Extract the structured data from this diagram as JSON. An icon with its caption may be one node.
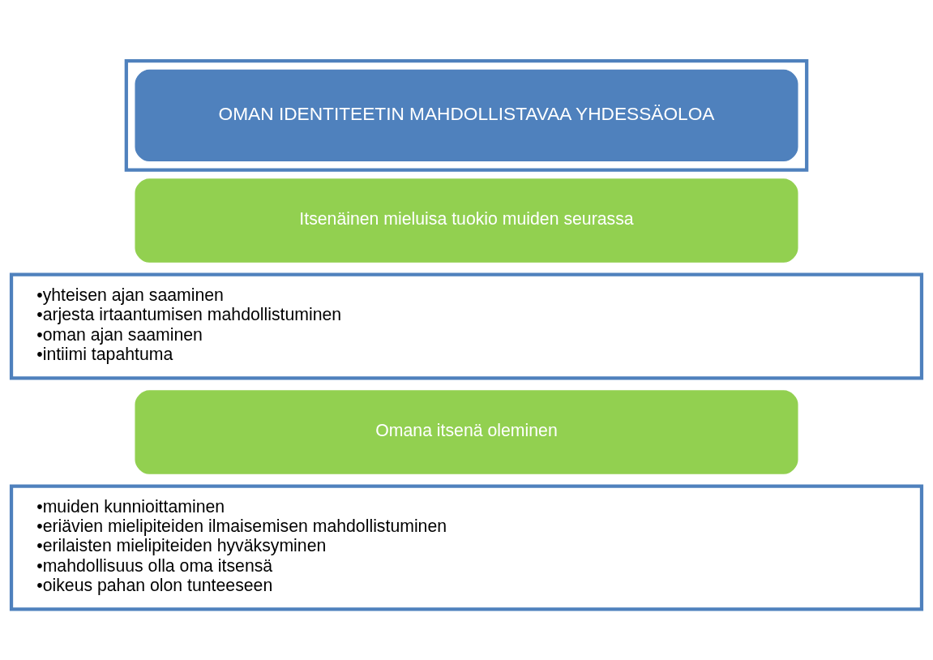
{
  "diagram": {
    "nodes": [
      {
        "text": [],
        "shape": "box"
      },
      {
        "text": [
          "OMAN IDENTITEETIN MAHDOLLISTAVAA YHDESSÄOLOA"
        ],
        "in": 0
      },
      {
        "text": [
          "Itsenäinen mieluisa tuokio muiden seurassa"
        ]
      },
      {
        "text": [
          "•yhteisen ajan saaminen",
          "•arjesta irtaantumisen mahdollistuminen",
          "•oman ajan saaminen",
          "•intiimi tapahtuma"
        ]
      },
      {
        "text": [
          "Omana itsenä oleminen"
        ]
      },
      {
        "text": [
          "•muiden kunnioittaminen",
          "•eriävien mielipiteiden ilmaisemisen mahdollistuminen",
          "•erilaisten mielipiteiden hyväksyminen",
          "•mahdollisuus olla oma itsensä",
          "•oikeus pahan olon tunteeseen"
        ]
      }
    ]
  }
}
